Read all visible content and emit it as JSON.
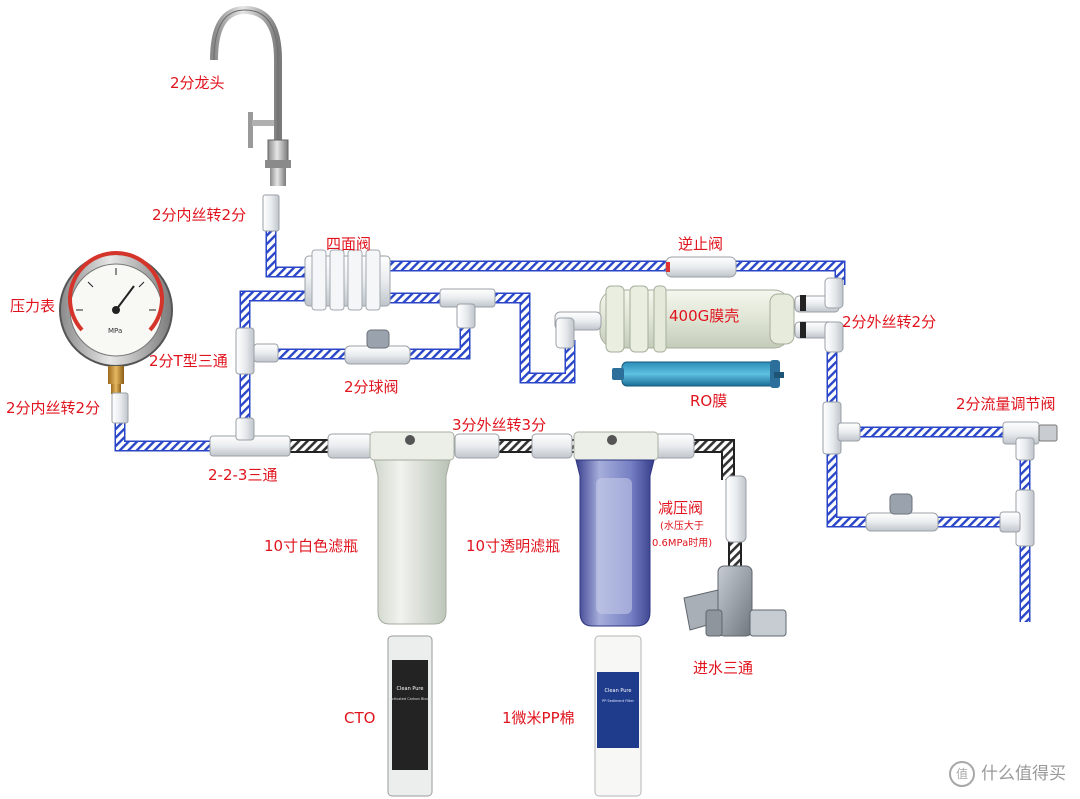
{
  "labels": {
    "faucet": "2分龙头",
    "faucet_adapter": "2分内丝转2分",
    "four_way_valve": "四面阀",
    "check_valve": "逆止阀",
    "membrane_housing": "400G膜壳",
    "ro_membrane": "RO膜",
    "outer_thread_2": "2分外丝转2分",
    "pressure_gauge": "压力表",
    "t_tee": "2分T型三通",
    "ball_valve": "2分球阀",
    "gauge_adapter": "2分内丝转2分",
    "tee_223": "2-2-3三通",
    "outer_thread_3": "3分外丝转3分",
    "flow_valve": "2分流量调节阀",
    "white_bottle": "10寸白色滤瓶",
    "clear_bottle": "10寸透明滤瓶",
    "pressure_reducer": "减压阀",
    "pressure_note_1": "(水压大于",
    "pressure_note_2": "0.6MPa时用)",
    "inlet_tee": "进水三通",
    "cto": "CTO",
    "pp_cotton": "1微米PP棉"
  },
  "product_text": {
    "brand_1": "Clean Pure",
    "brand_2": "Clean Pure",
    "sediment": "PP Sediment Filter",
    "carbon": "Activated Carbon Block",
    "gauge_unit": "MPa"
  },
  "watermark": {
    "logo": "值",
    "text": "什么值得买"
  },
  "colors": {
    "tube_stroke": "#2a46c8",
    "tube_hatch": "#2a46c8",
    "hatch_dark": "#222222",
    "label": "#e0141e"
  }
}
